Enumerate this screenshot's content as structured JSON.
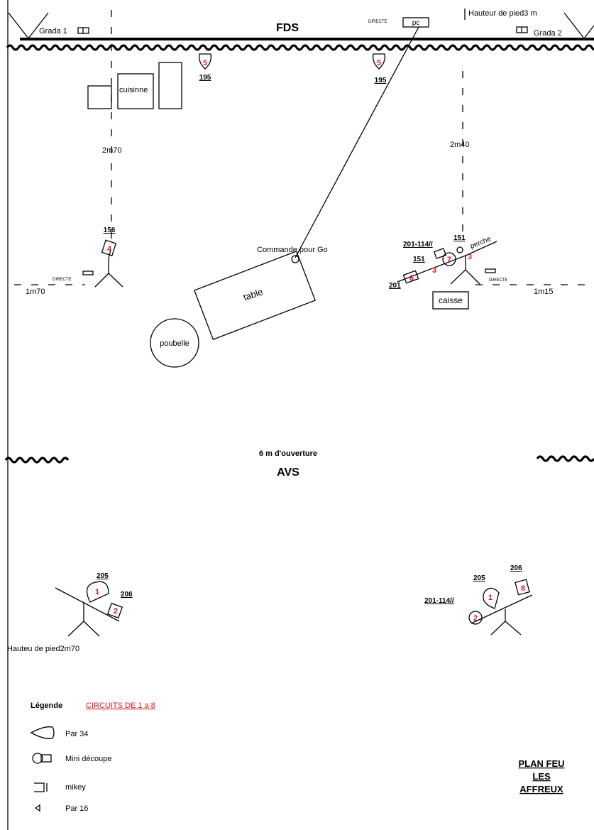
{
  "stage": {
    "top_label": "FDS",
    "bottom_label": "AVS",
    "opening": "6 m d'ouverture",
    "grada_left": "Grada 1",
    "grada_right": "Grada 2",
    "height_top": "Hauteur de pied3 m",
    "height_bottom": "Hauteu de pied2m70",
    "directe": "DIRECTE",
    "pc": "pc",
    "command": "Commande pour Go"
  },
  "measures": {
    "left_depth": "2m70",
    "right_depth": "2m40",
    "left_side": "1m70",
    "right_side": "1m15"
  },
  "props": {
    "kitchen": "cuisinne",
    "table": "table",
    "bin": "poubelle",
    "box": "caisse",
    "pole": "perche"
  },
  "fixtures": {
    "top_a": {
      "circuit": "5",
      "gel": "195"
    },
    "top_b": {
      "circuit": "5",
      "gel": "195"
    },
    "left_actor": {
      "circuit": "4",
      "gel": "156"
    },
    "right_actor": {
      "gel_main": "201-114//",
      "gel_151a": "151",
      "gel_151b": "151",
      "gel_201": "201",
      "c7": "7",
      "c3a": "3",
      "c3b": "3",
      "c6": "6"
    },
    "bl": {
      "c1": "1",
      "c2": "2",
      "g205": "205",
      "g206": "206"
    },
    "br": {
      "c1": "1",
      "c2": "2",
      "c8": "8",
      "g205": "205",
      "g206": "206",
      "g201": "201-114//"
    }
  },
  "legend": {
    "title": "Légende",
    "circuits": "CIRCUITS DE 1 a 8",
    "par34": "Par 34",
    "mini": "Mini découpe",
    "mikey": "mikey",
    "par16": "Par 16"
  },
  "plan_title": {
    "line1": "PLAN FEU",
    "line2": "LES",
    "line3": "AFFREUX"
  }
}
